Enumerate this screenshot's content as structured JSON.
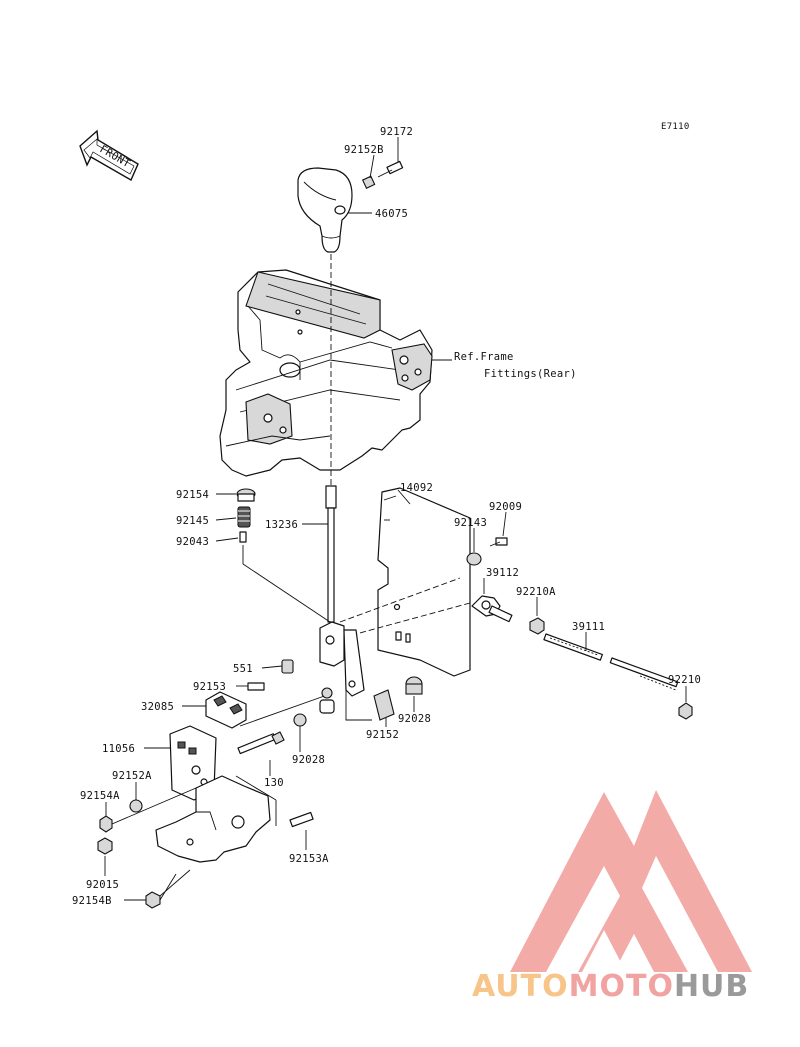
{
  "diagram": {
    "code": "E7110",
    "front_label": "FRONT",
    "ref_label_line1": "Ref.Frame",
    "ref_label_line2": "Fittings(Rear)",
    "parts": {
      "p92172": "92172",
      "p92152B": "92152B",
      "p46075": "46075",
      "p92154": "92154",
      "p92145": "92145",
      "p92043": "92043",
      "p13236": "13236",
      "p14092": "14092",
      "p92009": "92009",
      "p92143": "92143",
      "p39112": "39112",
      "p92210A": "92210A",
      "p39111": "39111",
      "p92210": "92210",
      "p551": "551",
      "p92153": "92153",
      "p32085": "32085",
      "p92028a": "92028",
      "p92152": "92152",
      "p92028b": "92028",
      "p11056": "11056",
      "p130": "130",
      "p92152A": "92152A",
      "p92154A": "92154A",
      "p92153A": "92153A",
      "p92015": "92015",
      "p92154B": "92154B"
    }
  },
  "watermark": {
    "brand_part1": "AUTO",
    "brand_part2": "MOTO",
    "brand_part3": "HUB",
    "colors": {
      "logo_red": "#f2a7a3",
      "auto_orange": "#f7c58a",
      "moto_red": "#f0a3a0",
      "hub_gray": "#9a9a9a"
    }
  }
}
